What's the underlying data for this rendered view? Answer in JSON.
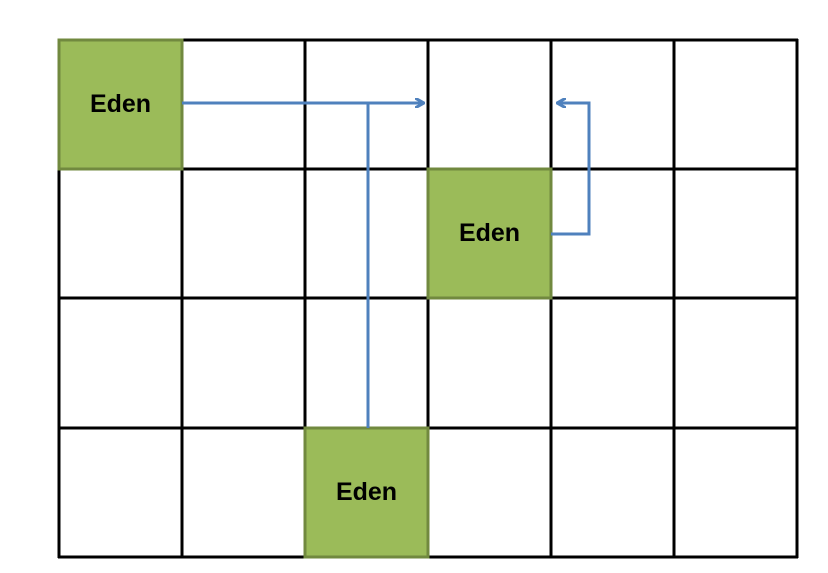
{
  "grid": {
    "rows": 4,
    "cols": 6
  },
  "colors": {
    "cell_fill": "#9BBB59",
    "cell_border": "#71893F",
    "grid_line": "#000000",
    "arrow": "#4F81BD",
    "label": "#000000"
  },
  "cells": [
    {
      "label": "Eden",
      "row": 0,
      "col": 0
    },
    {
      "label": "Eden",
      "row": 1,
      "col": 3
    },
    {
      "label": "Eden",
      "row": 3,
      "col": 2
    }
  ],
  "arrows": [
    {
      "from": "cell-0",
      "to": "row-0-col-3-left-edge"
    },
    {
      "from": "cell-2",
      "to": "row-0-col-3-left-edge"
    },
    {
      "from": "cell-1",
      "to": "row-0-col-4-left-edge"
    }
  ]
}
